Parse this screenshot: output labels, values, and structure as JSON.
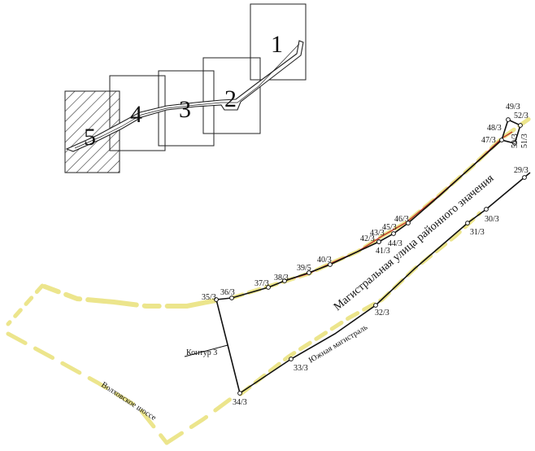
{
  "index_map": {
    "sheets": [
      {
        "id": "1",
        "label": "1"
      },
      {
        "id": "2",
        "label": "2"
      },
      {
        "id": "3",
        "label": "3"
      },
      {
        "id": "4",
        "label": "4"
      },
      {
        "id": "5",
        "label": "5"
      }
    ]
  },
  "labels": {
    "contour": "Контур 3",
    "main_street": "Магистральная улица районного значения",
    "south_highway": "Южная магистраль",
    "volkhov_road": "Волховское шоссе"
  },
  "points": [
    {
      "id": "p29",
      "label": "29/3"
    },
    {
      "id": "p30",
      "label": "30/3"
    },
    {
      "id": "p31",
      "label": "31/3"
    },
    {
      "id": "p32",
      "label": "32/3"
    },
    {
      "id": "p33",
      "label": "33/3"
    },
    {
      "id": "p34",
      "label": "34/3"
    },
    {
      "id": "p35",
      "label": "35/3"
    },
    {
      "id": "p36",
      "label": "36/3"
    },
    {
      "id": "p37",
      "label": "37/3"
    },
    {
      "id": "p38",
      "label": "38/3"
    },
    {
      "id": "p39",
      "label": "39/5"
    },
    {
      "id": "p40",
      "label": "40/3"
    },
    {
      "id": "p41",
      "label": "41/3"
    },
    {
      "id": "p42",
      "label": "42/3"
    },
    {
      "id": "p43",
      "label": "43/3"
    },
    {
      "id": "p44",
      "label": "44/3"
    },
    {
      "id": "p45",
      "label": "45/3"
    },
    {
      "id": "p46",
      "label": "46/3"
    },
    {
      "id": "p47",
      "label": "47/3"
    },
    {
      "id": "p48",
      "label": "48/3"
    },
    {
      "id": "p49",
      "label": "49/3"
    },
    {
      "id": "p50",
      "label": "50/3"
    },
    {
      "id": "p51",
      "label": "51/3"
    },
    {
      "id": "p52",
      "label": "52/3"
    }
  ],
  "colors": {
    "road_yellow": "#ece58c",
    "contour_black": "#111111",
    "road_red": "#c0392b",
    "hatch": "#333333"
  }
}
